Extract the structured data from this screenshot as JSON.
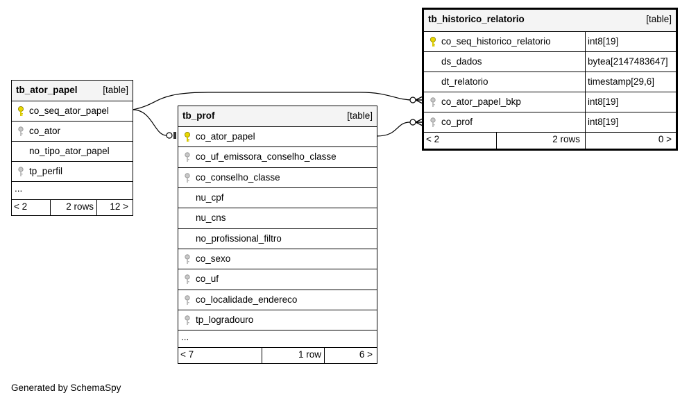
{
  "tables": {
    "hist": {
      "name": "tb_historico_relatorio",
      "type_label": "[table]",
      "columns": [
        {
          "name": "co_seq_historico_relatorio",
          "type": "int8[19]",
          "icon": "primary-key"
        },
        {
          "name": "ds_dados",
          "type": "bytea[2147483647]",
          "icon": ""
        },
        {
          "name": "dt_relatorio",
          "type": "timestamp[29,6]",
          "icon": ""
        },
        {
          "name": "co_ator_papel_bkp",
          "type": "int8[19]",
          "icon": "foreign-key"
        },
        {
          "name": "co_prof",
          "type": "int8[19]",
          "icon": "foreign-key"
        }
      ],
      "footer": {
        "left": "< 2",
        "mid": "2 rows",
        "right": "0 >"
      }
    },
    "ator": {
      "name": "tb_ator_papel",
      "type_label": "[table]",
      "columns": [
        {
          "name": "co_seq_ator_papel",
          "icon": "primary-key"
        },
        {
          "name": "co_ator",
          "icon": "foreign-key"
        },
        {
          "name": "no_tipo_ator_papel",
          "icon": ""
        },
        {
          "name": "tp_perfil",
          "icon": "foreign-key"
        }
      ],
      "ellipsis": "...",
      "footer": {
        "left": "< 2",
        "mid": "2 rows",
        "right": "12 >"
      }
    },
    "prof": {
      "name": "tb_prof",
      "type_label": "[table]",
      "columns": [
        {
          "name": "co_ator_papel",
          "icon": "primary-key"
        },
        {
          "name": "co_uf_emissora_conselho_classe",
          "icon": "foreign-key"
        },
        {
          "name": "co_conselho_classe",
          "icon": "foreign-key"
        },
        {
          "name": "nu_cpf",
          "icon": ""
        },
        {
          "name": "nu_cns",
          "icon": ""
        },
        {
          "name": "no_profissional_filtro",
          "icon": ""
        },
        {
          "name": "co_sexo",
          "icon": "foreign-key"
        },
        {
          "name": "co_uf",
          "icon": "foreign-key"
        },
        {
          "name": "co_localidade_endereco",
          "icon": "foreign-key"
        },
        {
          "name": "tp_logradouro",
          "icon": "foreign-key"
        }
      ],
      "ellipsis": "...",
      "footer": {
        "left": "< 7",
        "mid": "1 row",
        "right": "6 >"
      }
    }
  },
  "relationships": [
    {
      "from": "tb_ator_papel.co_seq_ator_papel",
      "to": "tb_historico_relatorio.co_ator_papel_bkp"
    },
    {
      "from": "tb_ator_papel.co_seq_ator_papel",
      "to": "tb_prof.co_ator_papel"
    },
    {
      "from": "tb_prof.co_ator_papel",
      "to": "tb_historico_relatorio.co_prof"
    }
  ],
  "colors": {
    "primary_key": "#e8d800",
    "foreign_key": "#b0b0b0",
    "header_bg": "#f4f4f4"
  },
  "credit": "Generated by SchemaSpy"
}
